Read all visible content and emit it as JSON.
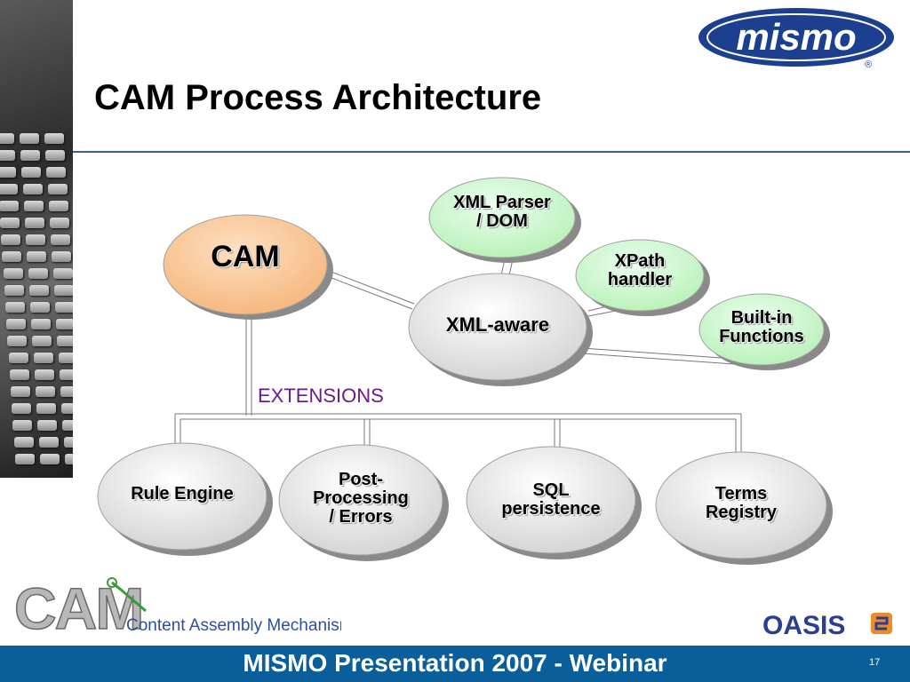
{
  "slide": {
    "title": "CAM Process Architecture",
    "footer": "MISMO Presentation 2007 - Webinar",
    "page_number": "17"
  },
  "logos": {
    "mismo": "mismo",
    "mismo_mark": "®",
    "cam_wordmark": "CAM",
    "cam_tagline": "Content Assembly Mechanism",
    "oasis": "OASIS"
  },
  "diagram": {
    "cam": "CAM",
    "xml_aware": "XML-aware",
    "xml_parser": [
      "XML Parser",
      "/ DOM"
    ],
    "xpath": [
      "XPath",
      "handler"
    ],
    "builtin": [
      "Built-in",
      "Functions"
    ],
    "extensions_label": "EXTENSIONS",
    "extensions": {
      "rule_engine": [
        "Rule Engine"
      ],
      "post_processing": [
        "Post-",
        "Processing",
        "/ Errors"
      ],
      "sql": [
        "SQL",
        "persistence"
      ],
      "terms": [
        "Terms",
        "Registry"
      ]
    }
  },
  "colors": {
    "cam_fill": "#f8c28f",
    "green_fill": "#ccf7c8",
    "gray_fill": "#e6e6e6",
    "footer_bar": "#0a5e9a",
    "extensions_text": "#6a1a8a",
    "mismo_blue": "#1d3f8f",
    "oasis_blue": "#2a3f92",
    "cam_tagline": "#2f4ea0"
  }
}
